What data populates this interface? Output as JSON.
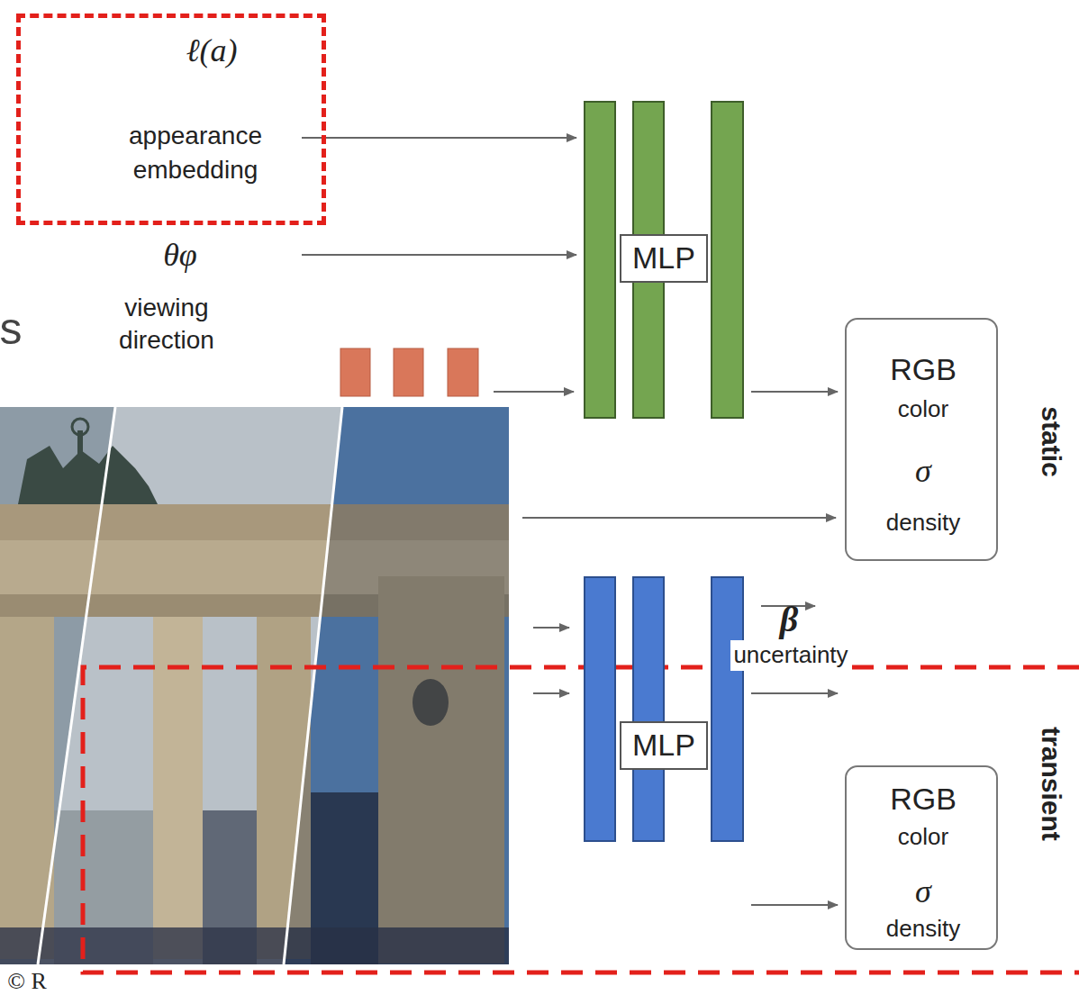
{
  "diagram": {
    "nodes": [
      {
        "text": [
          "ℓ(a)",
          "appearance embedding"
        ]
      },
      {
        "text": [
          "MLP"
        ]
      },
      {
        "text": [
          "RGB",
          "color",
          "σ",
          "density"
        ]
      },
      {
        "text": [
          "MLP"
        ]
      },
      {
        "text": [
          "RGB",
          "color",
          "σ",
          "density"
        ]
      }
    ],
    "edges": [
      {
        "from": 0,
        "to": 1,
        "arrow": "to"
      },
      {
        "from": 1,
        "to": 2,
        "arrow": "to"
      },
      {
        "from": 3,
        "to": 4,
        "arrow": "to"
      },
      {
        "from": 3,
        "to": 4,
        "arrow": "to"
      }
    ],
    "labels": [
      "θφ",
      "viewing direction",
      "s",
      "static",
      "β",
      "uncertainty",
      "transient",
      "© R"
    ]
  }
}
